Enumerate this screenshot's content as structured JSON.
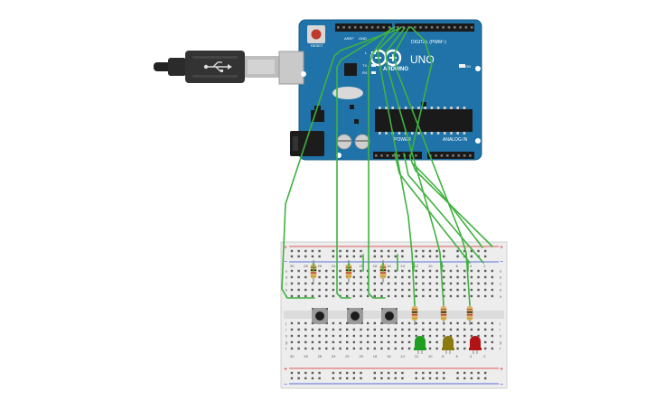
{
  "board": {
    "brand": "ARDUINO",
    "model": "UNO",
    "digital_label": "DIGITAL (PWM~)",
    "analog_label": "ANALOG IN",
    "power_label": "POWER",
    "on_label": "ON",
    "l_label": "L",
    "tx_label": "TX",
    "rx_label": "RX",
    "reset_label": "RESET",
    "aref_label": "AREF",
    "gnd_label": "GND"
  },
  "breadboard": {
    "plus": "+",
    "minus": "−",
    "row_letters_top": [
      "j",
      "i",
      "h",
      "g",
      "f"
    ],
    "row_letters_bottom": [
      "e",
      "d",
      "c",
      "b",
      "a"
    ],
    "column_numbers": [
      "30",
      "28",
      "26",
      "24",
      "22",
      "20",
      "18",
      "16",
      "14",
      "12",
      "10",
      "8",
      "6",
      "4",
      "2"
    ]
  },
  "components": {
    "leds": [
      {
        "color_name": "green",
        "color": "#1f9e1f"
      },
      {
        "color_name": "yellow",
        "color": "#8a7a10"
      },
      {
        "color_name": "red",
        "color": "#b01414"
      }
    ],
    "buttons": 3,
    "resistors": 6
  },
  "colors": {
    "board": "#1f73a8",
    "wire": "#3fb23f",
    "breadboard": "#ededed",
    "rail_red": "#d62b2b",
    "rail_blue": "#2b3fd6"
  }
}
